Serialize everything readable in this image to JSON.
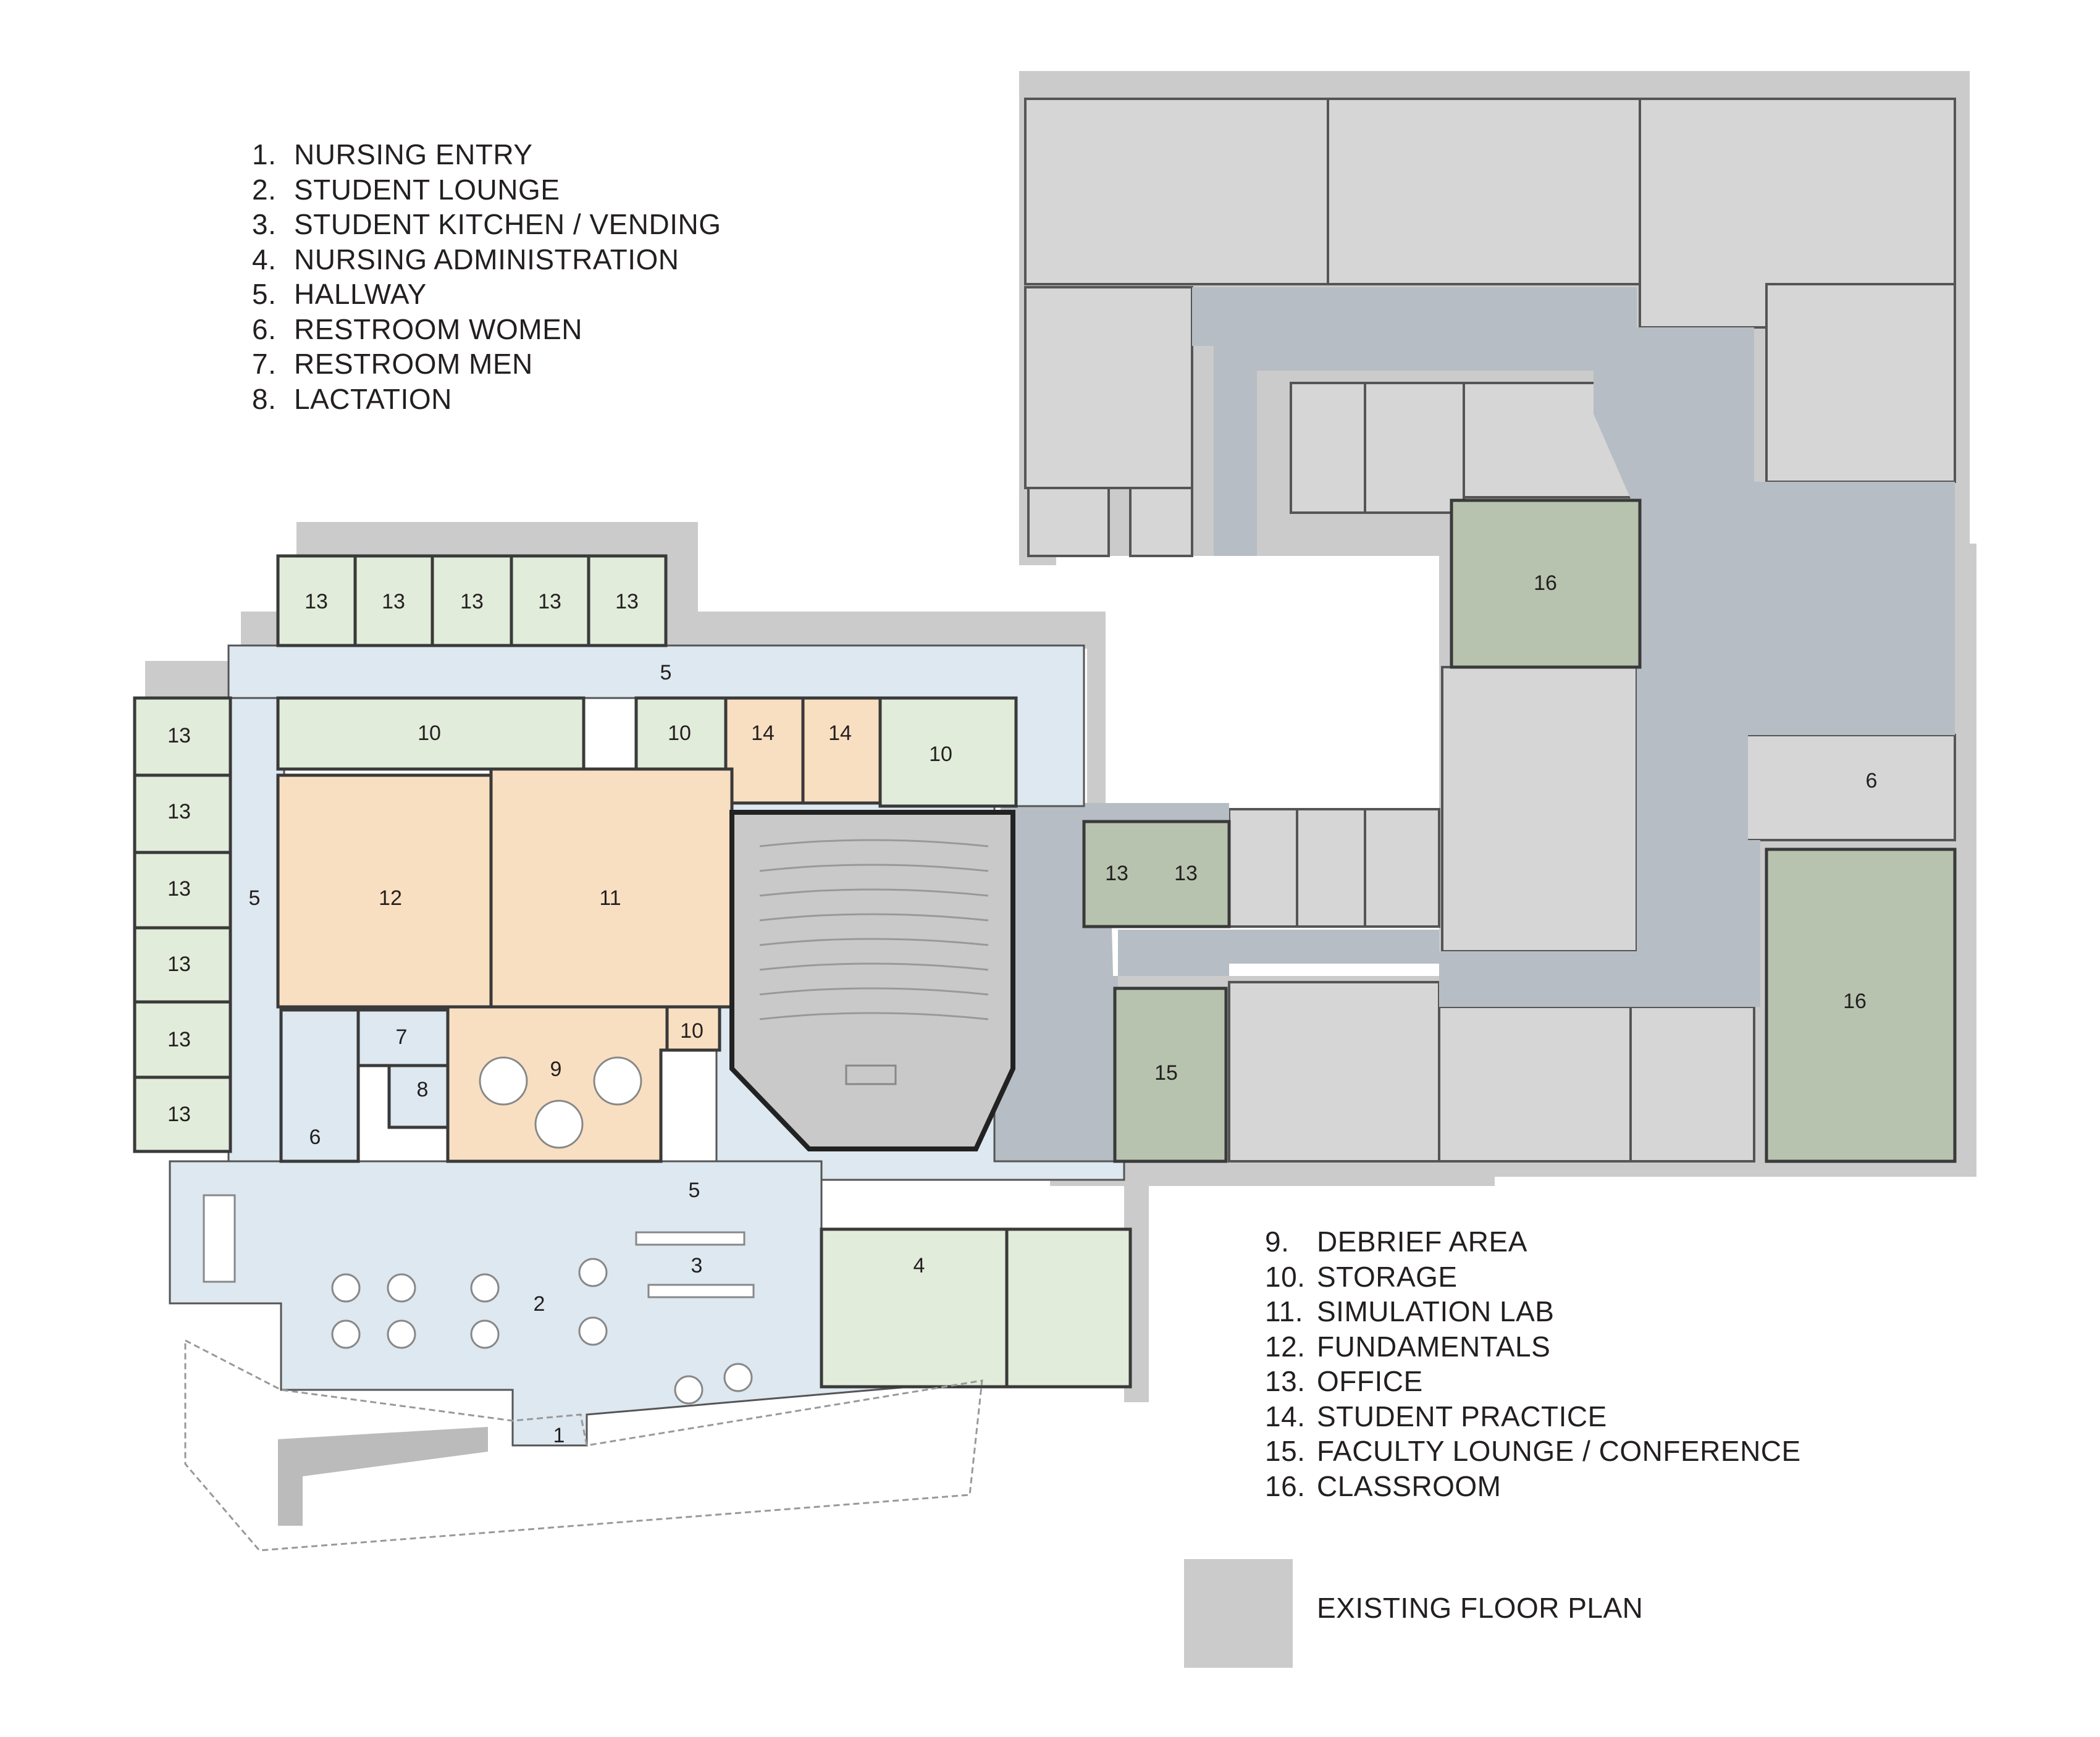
{
  "legend_left": [
    {
      "num": "1.",
      "label": "NURSING ENTRY"
    },
    {
      "num": "2.",
      "label": "STUDENT LOUNGE"
    },
    {
      "num": "3.",
      "label": "STUDENT KITCHEN / VENDING"
    },
    {
      "num": "4.",
      "label": "NURSING ADMINISTRATION"
    },
    {
      "num": "5.",
      "label": "HALLWAY"
    },
    {
      "num": "6.",
      "label": "RESTROOM WOMEN"
    },
    {
      "num": "7.",
      "label": "RESTROOM MEN"
    },
    {
      "num": "8.",
      "label": "LACTATION"
    }
  ],
  "legend_right": [
    {
      "num": "9.",
      "label": "DEBRIEF AREA"
    },
    {
      "num": "10.",
      "label": "STORAGE"
    },
    {
      "num": "11.",
      "label": "SIMULATION LAB"
    },
    {
      "num": "12.",
      "label": "FUNDAMENTALS"
    },
    {
      "num": "13.",
      "label": "OFFICE"
    },
    {
      "num": "14.",
      "label": "STUDENT PRACTICE"
    },
    {
      "num": "15.",
      "label": "FACULTY LOUNGE / CONFERENCE"
    },
    {
      "num": "16.",
      "label": "CLASSROOM"
    }
  ],
  "swatch_label": "EXISTING FLOOR PLAN",
  "room_labels": {
    "office": "13",
    "student_practice": "14",
    "storage": "10",
    "fundamentals": "12",
    "simulation_lab": "11",
    "debrief_area": "9",
    "restroom_women": "6",
    "restroom_men": "7",
    "lactation": "8",
    "hallway": "5",
    "student_lounge": "2",
    "kitchen_vending": "3",
    "nursing_admin": "4",
    "nursing_entry": "1",
    "faculty_lounge": "15",
    "classroom": "16"
  },
  "colors": {
    "existing": "#cbcbcb",
    "existing_room": "#d4d4d4",
    "existing_corridor": "#b4bcc3",
    "hallway_blue": "#dde8f0",
    "office_green": "#e2ecda",
    "dark_green": "#b7c3ae",
    "peach": "#f9dfc1",
    "wall": "#3a3a3a",
    "furniture": "#ffffff"
  }
}
